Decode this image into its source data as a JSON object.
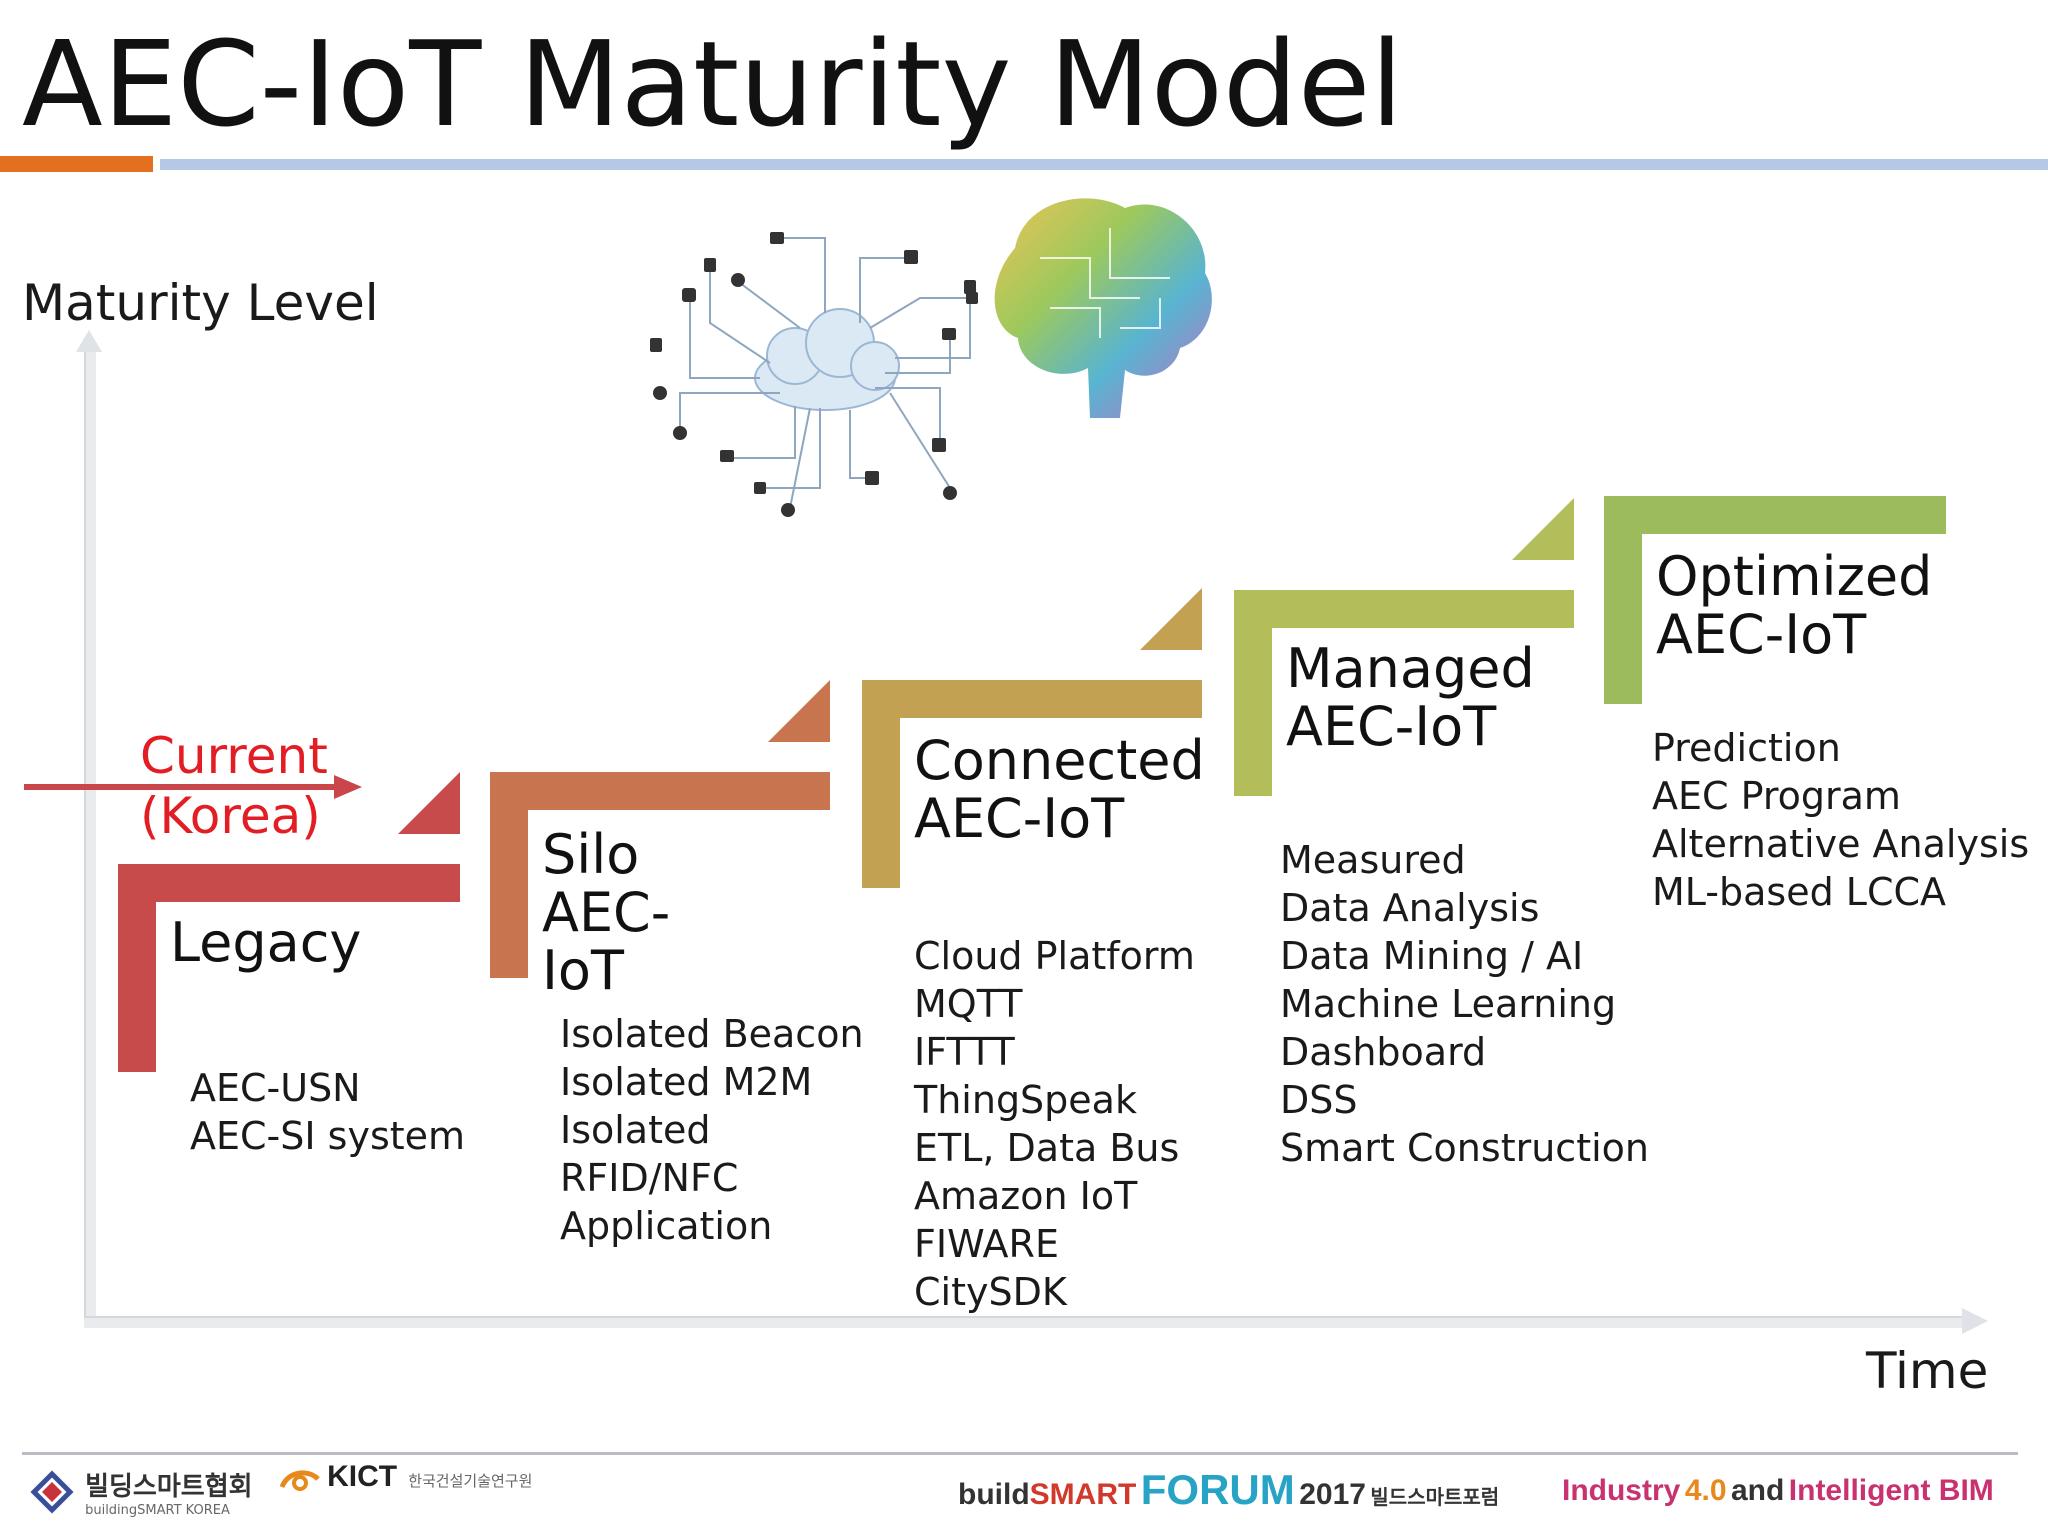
{
  "title": "AEC-IoT Maturity Model",
  "axes": {
    "y_label": "Maturity Level",
    "x_label": "Time"
  },
  "current": {
    "label_line1": "Current",
    "label_line2": "(Korea)",
    "color": "#e21d24"
  },
  "stages": [
    {
      "title_lines": [
        "Legacy"
      ],
      "color": "#c84b4b",
      "items": [
        "AEC-USN",
        "AEC-SI system"
      ]
    },
    {
      "title_lines": [
        "Silo AEC-",
        "IoT"
      ],
      "color": "#c8744e",
      "items": [
        "Isolated Beacon",
        "Isolated M2M",
        "Isolated",
        "RFID/NFC",
        "Application"
      ]
    },
    {
      "title_lines": [
        "Connected",
        "AEC-IoT"
      ],
      "color": "#c3a153",
      "items": [
        "Cloud Platform",
        "MQTT",
        "IFTTT",
        "ThingSpeak",
        "ETL, Data Bus",
        "Amazon IoT",
        "FIWARE",
        "CitySDK"
      ]
    },
    {
      "title_lines": [
        "Managed",
        "AEC-IoT"
      ],
      "color": "#b3bd59",
      "items": [
        "Measured",
        "Data Analysis",
        "Data Mining / AI",
        "Machine Learning",
        "Dashboard",
        "DSS",
        "Smart Construction"
      ]
    },
    {
      "title_lines": [
        "Optimized",
        "AEC-IoT"
      ],
      "color": "#9cbb5d",
      "items": [
        "Prediction",
        "AEC Program",
        "Alternative Analysis",
        "ML-based LCCA"
      ]
    }
  ],
  "footer": {
    "org_korean": "빌딩스마트협회",
    "org_english": "buildingSMART KOREA",
    "kict": "KICT",
    "kict_korean": "한국건설기술연구원",
    "forum_build": "build",
    "forum_smart": "SMART",
    "forum_word": "FORUM",
    "forum_year": "2017",
    "forum_korean": "빌드스마트포럼",
    "industry_a": "Industry",
    "industry_b": "4.0",
    "industry_c": "and",
    "industry_d": "Intelligent BIM"
  }
}
